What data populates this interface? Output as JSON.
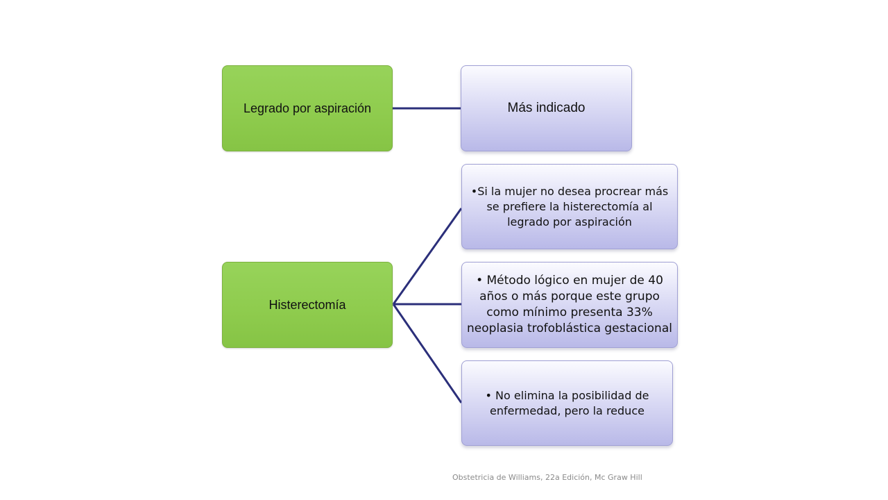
{
  "nodes": {
    "legrado": "Legrado por aspiración",
    "mas_indicado": "Más indicado",
    "histerectomia": "Histerectomía",
    "item_1": "•Si la mujer no desea  procrear más se prefiere  la histerectomía al legrado  por aspiración",
    "item_2": "•  Método lógico en mujer de  40 años o más porque  este grupo como mínimo  presenta 33% neoplasia  trofoblástica gestacional",
    "item_3": "•  No elimina la posibilidad  de enfermedad,  pero la  reduce"
  },
  "source": "Obstetricia de Williams, 22a Edición, Mc Graw Hill",
  "colors": {
    "connector": "#2b2f7a",
    "parent_fill": "#8fcc4e",
    "child_fill": "#c7c7ee"
  }
}
